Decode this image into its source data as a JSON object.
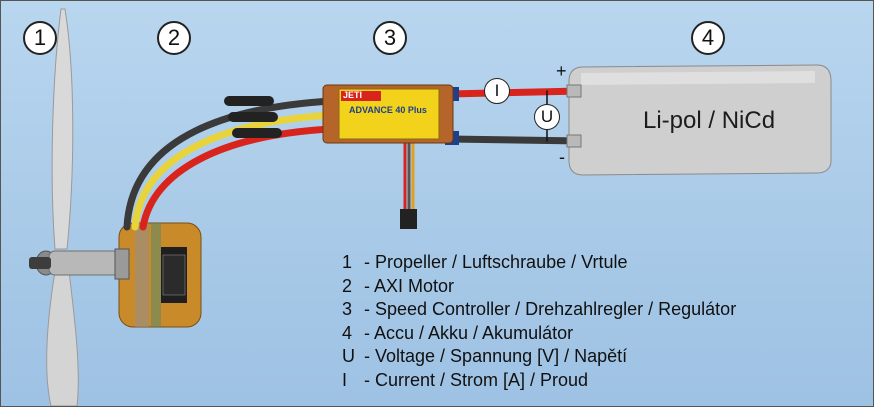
{
  "callouts": [
    "1",
    "2",
    "3",
    "4"
  ],
  "battery_label": "Li-pol / NiCd",
  "controller_text": {
    "brand": "JETI",
    "model": "ADVANCE 40 Plus"
  },
  "meters": {
    "current": "I",
    "voltage": "U"
  },
  "polarity": {
    "plus": "+",
    "minus": "-"
  },
  "legend": [
    {
      "key": "1",
      "text": "- Propeller / Luftschraube / Vrtule"
    },
    {
      "key": "2",
      "text": "- AXI Motor"
    },
    {
      "key": "3",
      "text": "- Speed Controller / Drehzahlregler / Regulátor"
    },
    {
      "key": "4",
      "text": "- Accu / Akku / Akumulátor"
    },
    {
      "key": "U",
      "text": "- Voltage / Spannung [V] / Napětí"
    },
    {
      "key": "I",
      "text": "- Current / Strom [A] / Proud"
    }
  ],
  "colors": {
    "background": "#aecbe8",
    "wire_red": "#d8241c",
    "wire_yellow": "#e8d43a",
    "wire_black": "#3a3a3a",
    "controller": "#b5652a",
    "controller_label": "#f2d21a",
    "motor": "#c98a2a",
    "battery": "#c9c9c9"
  }
}
